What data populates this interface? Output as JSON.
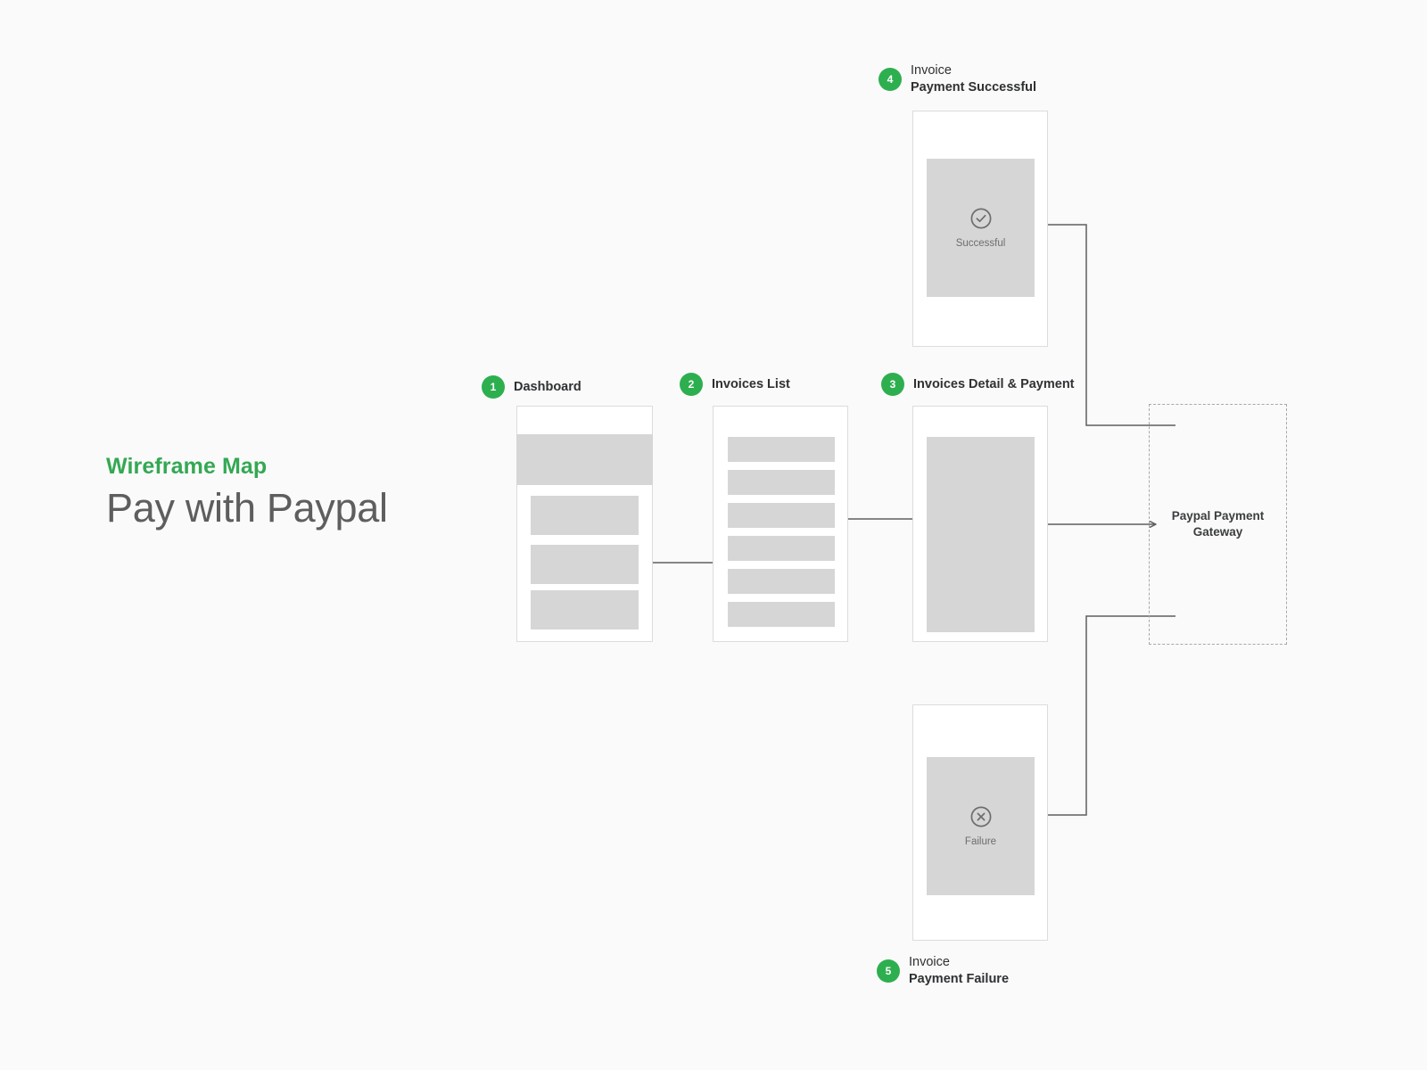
{
  "page": {
    "background_color": "#fafafa",
    "accent_color": "#2eaf4f",
    "wireframe_fill_color": "#d6d6d6",
    "connector_color": "#5e5e5e"
  },
  "title": {
    "eyebrow": "Wireframe Map",
    "main": "Pay with Paypal"
  },
  "steps": [
    {
      "number": "1",
      "label_line_1": "Dashboard",
      "label_line_2": "",
      "blocks": 4
    },
    {
      "number": "2",
      "label_line_1": "Invoices List",
      "label_line_2": "",
      "blocks": 6
    },
    {
      "number": "3",
      "label_line_1": "Invoices Detail & Payment",
      "label_line_2": "",
      "blocks": 1
    },
    {
      "number": "4",
      "label_line_1": "Invoice",
      "label_line_2": "Payment Successful",
      "status_icon": "check-circle-icon",
      "status_text": "Successful"
    },
    {
      "number": "5",
      "label_line_1": "Invoice",
      "label_line_2": "Payment Failure",
      "status_icon": "x-circle-icon",
      "status_text": "Failure"
    }
  ],
  "gateway": {
    "label": "Paypal Payment Gateway",
    "label_line_1": "Paypal Payment",
    "label_line_2": "Gateway",
    "border_style": "dashed"
  }
}
